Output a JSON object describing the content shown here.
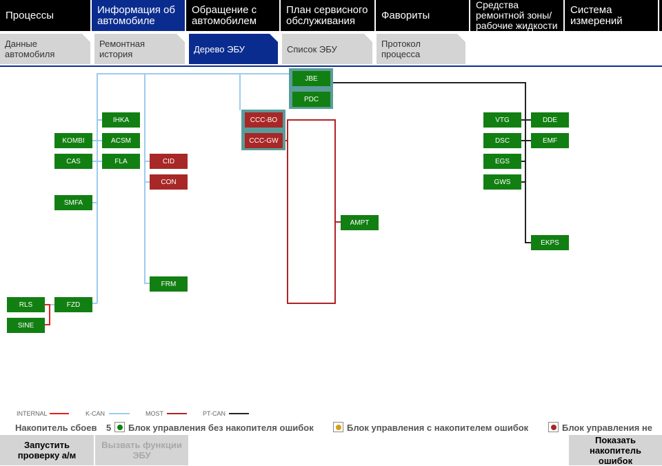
{
  "top_menu": {
    "items": [
      {
        "label": "Процессы",
        "active": false
      },
      {
        "label": "Информация об автомобиле",
        "active": true
      },
      {
        "label": "Обращение с автомобилем",
        "active": false
      },
      {
        "label": "План сервисного обслуживания",
        "active": false
      },
      {
        "label": "Фавориты",
        "active": false
      },
      {
        "label": "Средства ремонтной зоны/ рабочие жидкости",
        "active": false
      },
      {
        "label": "Система измерений",
        "active": false
      }
    ]
  },
  "sub_tabs": {
    "items": [
      {
        "label": "Данные автомобиля",
        "active": false
      },
      {
        "label": "Ремонтная история",
        "active": false
      },
      {
        "label": "Дерево ЭБУ",
        "active": true
      },
      {
        "label": "Список ЭБУ",
        "active": false
      },
      {
        "label": "Протокол процесса",
        "active": false
      }
    ]
  },
  "ecu_tree": {
    "ecus": [
      {
        "id": "jbe",
        "label": "JBE",
        "status": "ok"
      },
      {
        "id": "pdc",
        "label": "PDC",
        "status": "ok"
      },
      {
        "id": "ccc_bo",
        "label": "CCC-BO",
        "status": "fault"
      },
      {
        "id": "ccc_gw",
        "label": "CCC-GW",
        "status": "fault"
      },
      {
        "id": "ihka",
        "label": "IHKA",
        "status": "ok"
      },
      {
        "id": "kombi",
        "label": "KOMBI",
        "status": "ok"
      },
      {
        "id": "acsm",
        "label": "ACSM",
        "status": "ok"
      },
      {
        "id": "cas",
        "label": "CAS",
        "status": "ok"
      },
      {
        "id": "fla",
        "label": "FLA",
        "status": "ok"
      },
      {
        "id": "cid",
        "label": "CID",
        "status": "fault"
      },
      {
        "id": "con",
        "label": "CON",
        "status": "fault"
      },
      {
        "id": "smfa",
        "label": "SMFA",
        "status": "ok"
      },
      {
        "id": "frm",
        "label": "FRM",
        "status": "ok"
      },
      {
        "id": "rls",
        "label": "RLS",
        "status": "ok"
      },
      {
        "id": "fzd",
        "label": "FZD",
        "status": "ok"
      },
      {
        "id": "sine",
        "label": "SINE",
        "status": "ok"
      },
      {
        "id": "ampt",
        "label": "AMPT",
        "status": "ok"
      },
      {
        "id": "vtg",
        "label": "VTG",
        "status": "ok"
      },
      {
        "id": "dde",
        "label": "DDE",
        "status": "ok"
      },
      {
        "id": "dsc",
        "label": "DSC",
        "status": "ok"
      },
      {
        "id": "emf",
        "label": "EMF",
        "status": "ok"
      },
      {
        "id": "egs",
        "label": "EGS",
        "status": "ok"
      },
      {
        "id": "gws",
        "label": "GWS",
        "status": "ok"
      },
      {
        "id": "ekps",
        "label": "EKPS",
        "status": "ok"
      }
    ]
  },
  "legend": {
    "items": [
      {
        "label": "INTERNAL",
        "color": "#e02020"
      },
      {
        "label": "K-CAN",
        "color": "#9ccbef"
      },
      {
        "label": "MOST",
        "color": "#b22222"
      },
      {
        "label": "PT-CAN",
        "color": "#222222"
      }
    ]
  },
  "status_bar": {
    "fault_memory_label": "Накопитель сбоев",
    "fault_memory_count": "5",
    "items": [
      {
        "label": "Блок управления без накопителя ошибок",
        "color": "#127f12"
      },
      {
        "label": "Блок управления с накопителем ошибок",
        "color": "#d4a017"
      },
      {
        "label": "Блок управления не",
        "color": "#a82727"
      }
    ]
  },
  "buttons": {
    "start_check": "Запустить проверку а/м",
    "call_functions": "Вызвать функции ЭБУ",
    "show_fault_memory": "Показать накопитель ошибок"
  }
}
